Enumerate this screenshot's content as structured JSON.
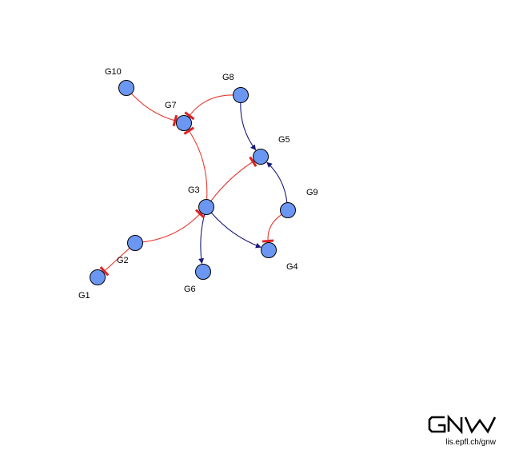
{
  "nodes": [
    {
      "id": "G1",
      "label": "G1"
    },
    {
      "id": "G2",
      "label": "G2"
    },
    {
      "id": "G3",
      "label": "G3"
    },
    {
      "id": "G4",
      "label": "G4"
    },
    {
      "id": "G5",
      "label": "G5"
    },
    {
      "id": "G6",
      "label": "G6"
    },
    {
      "id": "G7",
      "label": "G7"
    },
    {
      "id": "G8",
      "label": "G8"
    },
    {
      "id": "G9",
      "label": "G9"
    },
    {
      "id": "G10",
      "label": "G10"
    }
  ],
  "edges": [
    {
      "from": "G10",
      "to": "G7",
      "type": "inhibition"
    },
    {
      "from": "G8",
      "to": "G7",
      "type": "inhibition"
    },
    {
      "from": "G3",
      "to": "G7",
      "type": "inhibition"
    },
    {
      "from": "G8",
      "to": "G5",
      "type": "activation"
    },
    {
      "from": "G3",
      "to": "G5",
      "type": "inhibition"
    },
    {
      "from": "G9",
      "to": "G5",
      "type": "activation"
    },
    {
      "from": "G9",
      "to": "G4",
      "type": "inhibition"
    },
    {
      "from": "G3",
      "to": "G4",
      "type": "activation"
    },
    {
      "from": "G3",
      "to": "G6",
      "type": "activation"
    },
    {
      "from": "G2",
      "to": "G3",
      "type": "inhibition"
    },
    {
      "from": "G2",
      "to": "G1",
      "type": "inhibition"
    }
  ],
  "colors": {
    "node_fill": "#6b96f2",
    "activation": "#1a1a7a",
    "inhibition": "#e8392f",
    "tbar": "#e02020"
  },
  "logo": {
    "mark": "GNW",
    "url": "lis.epfl.ch/gnw"
  }
}
